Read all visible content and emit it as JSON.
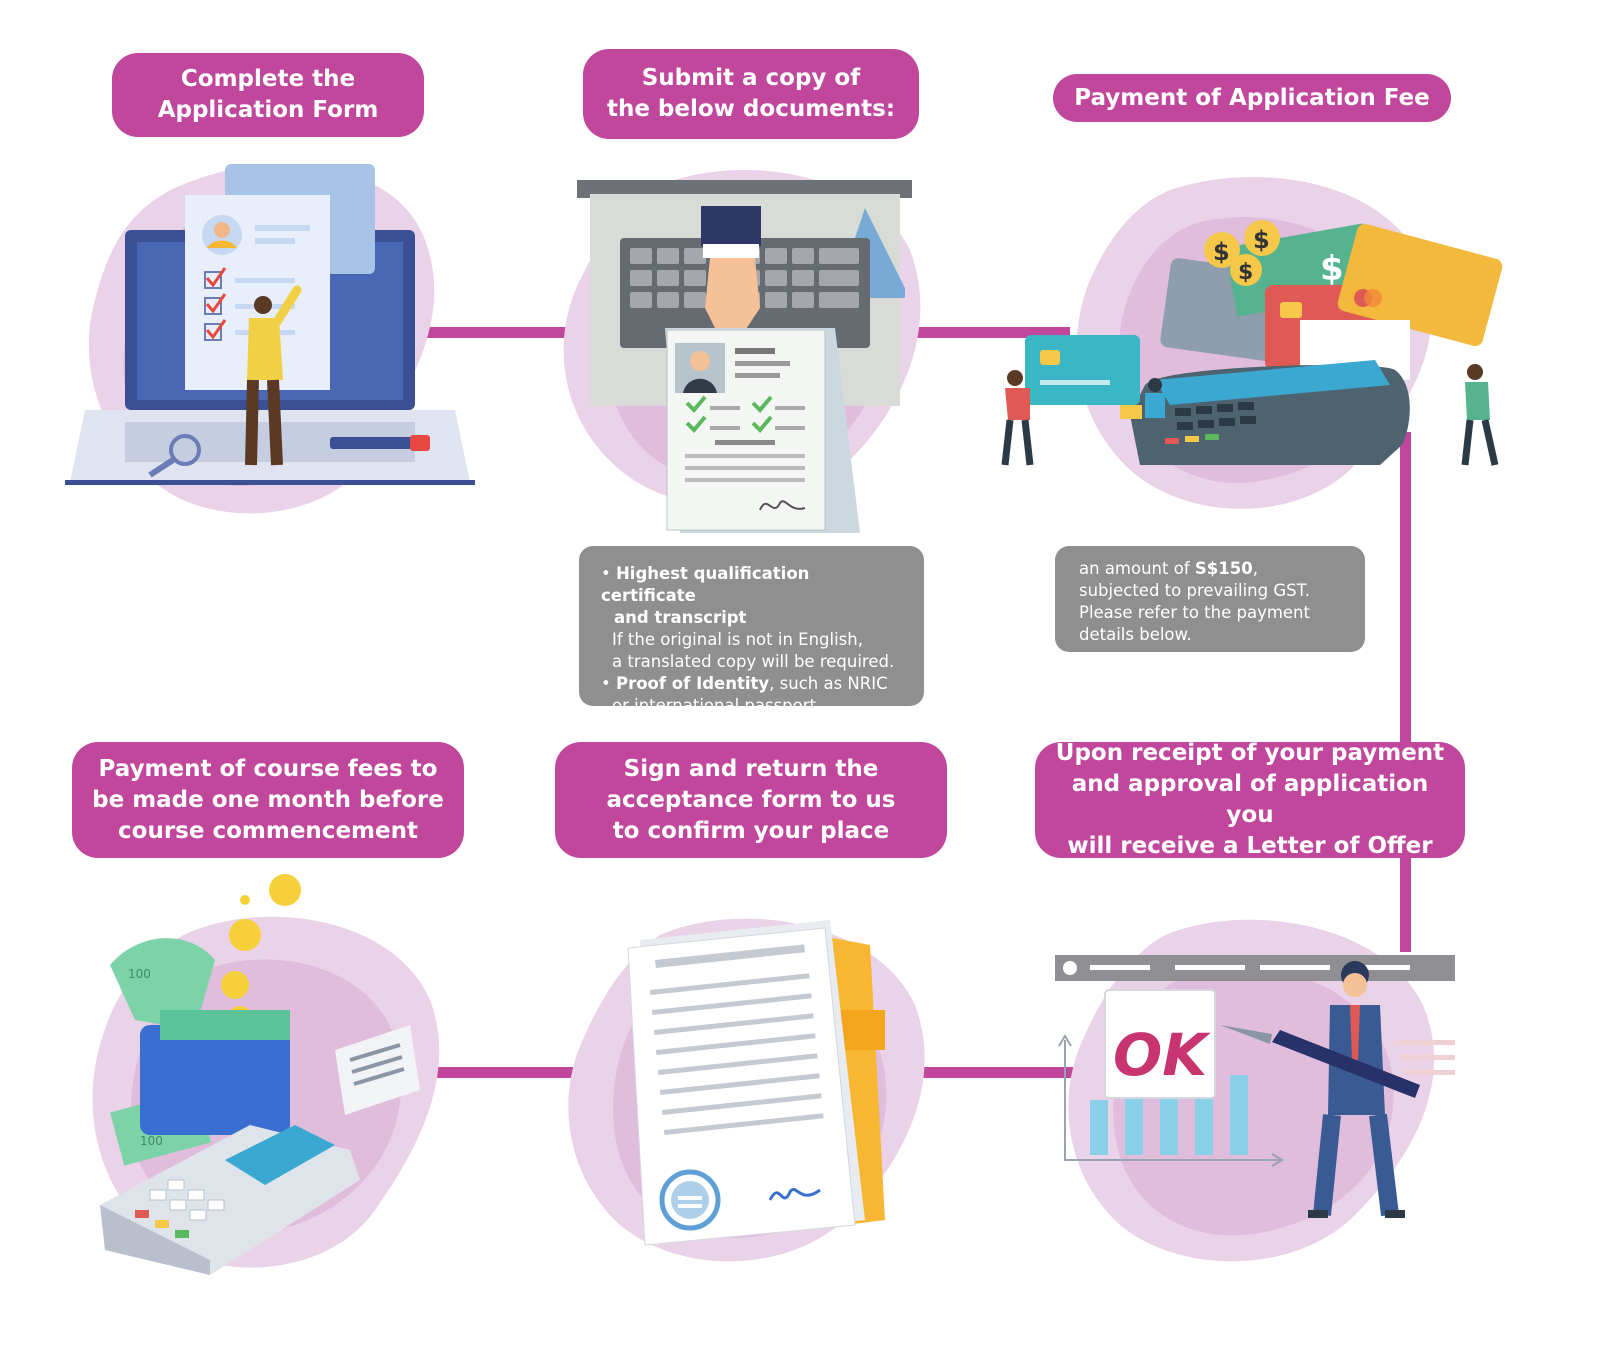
{
  "steps": [
    {
      "id": "complete-form",
      "title": "Complete the\nApplication Form"
    },
    {
      "id": "submit-documents",
      "title": "Submit a copy of\nthe below documents:"
    },
    {
      "id": "application-fee",
      "title": "Payment of Application Fee"
    },
    {
      "id": "letter-of-offer",
      "title": "Upon receipt of your payment\nand approval of application you\nwill receive a Letter of Offer"
    },
    {
      "id": "acceptance-form",
      "title": "Sign and return the\nacceptance form to us\nto confirm your place"
    },
    {
      "id": "course-fees",
      "title": "Payment of course fees to\nbe made one month before\ncourse commencement"
    }
  ],
  "documents_note": {
    "bullet": "•",
    "item1_bold": "Highest qualification certificate",
    "item1_bold_cont": "and transcript",
    "item1_line1": "If the original is not in English,",
    "item1_line2": "a translated copy will be required.",
    "item2_bold": "Proof of Identity",
    "item2_rest": ", such as NRIC",
    "item2_line2": "or international passport"
  },
  "fee_note": {
    "prefix": "an amount of ",
    "amount": "S$150",
    "suffix": ",",
    "line2": "subjected to prevailing GST.",
    "line3": "Please refer to the payment",
    "line4": "details below."
  },
  "illustration_text": {
    "ok_label": "OK",
    "dollar_sign": "$",
    "banknote_value": "100"
  },
  "colors": {
    "accent": "#c0479c",
    "note_bg": "#8f8f8f",
    "blob": "#e8c6e4",
    "blob_dark": "#d9a9d6"
  }
}
